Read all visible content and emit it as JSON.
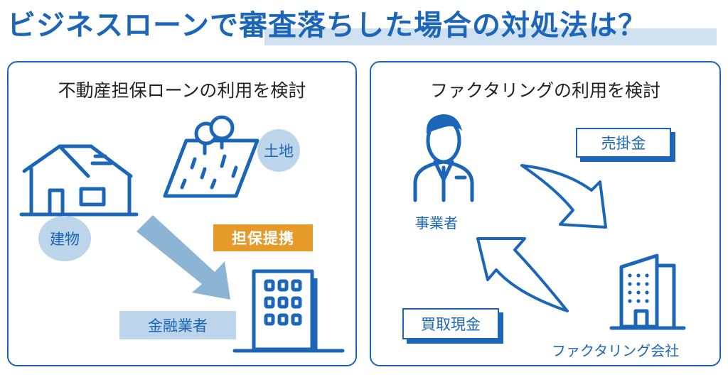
{
  "title": "ビジネスローンで審査落ちした場合の対処法は？",
  "left_panel": {
    "heading": "不動産担保ローンの利用を検討",
    "land_label": "土地",
    "building_label": "建物",
    "collateral_label": "担保提携",
    "lender_label": "金融業者"
  },
  "right_panel": {
    "heading": "ファクタリングの利用を検討",
    "business_label": "事業者",
    "receivable_label": "売掛金",
    "cash_label": "買取現金",
    "company_label": "ファクタリング会社"
  },
  "colors": {
    "primary": "#1b66b8",
    "light_blue": "#bcd5ea",
    "arrow_blue": "#8cb4d4",
    "orange": "#e69a2a"
  },
  "icons": [
    "house-icon",
    "land-with-trees-icon",
    "office-building-icon",
    "businessman-icon",
    "factoring-company-building-icon",
    "curved-arrow-icon"
  ]
}
